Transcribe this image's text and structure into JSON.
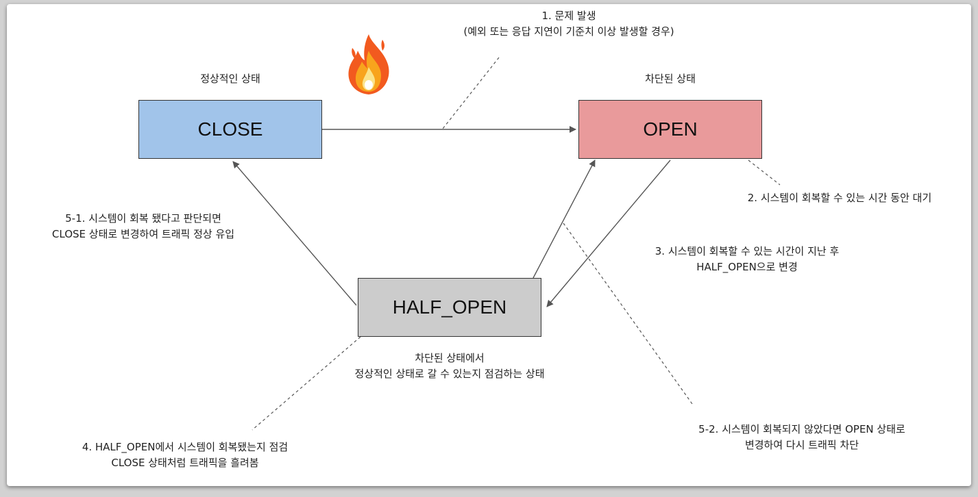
{
  "states": {
    "close": {
      "label": "CLOSE",
      "caption": "정상적인 상태",
      "color": "#a1c4ea"
    },
    "open": {
      "label": "OPEN",
      "caption": "차단된 상태",
      "color": "#e99a9b"
    },
    "half_open": {
      "label": "HALF_OPEN",
      "caption_lines": [
        "차단된 상태에서",
        "정상적인 상태로 갈 수 있는지 점검하는 상태"
      ],
      "color": "#cccccc"
    }
  },
  "steps": {
    "step1": [
      "1. 문제 발생",
      "(예외 또는 응답 지연이 기준치 이상 발생할 경우)"
    ],
    "step2": [
      "2. 시스템이 회복할 수 있는 시간 동안 대기"
    ],
    "step3": [
      "3. 시스템이 회복할 수 있는 시간이 지난 후",
      "HALF_OPEN으로 변경"
    ],
    "step4": [
      "4. HALF_OPEN에서 시스템이 회복됐는지 점검",
      "CLOSE 상태처럼 트래픽을 흘려봄"
    ],
    "step5_1": [
      "5-1. 시스템이 회복 됐다고 판단되면",
      "CLOSE 상태로 변경하여 트래픽 정상 유입"
    ],
    "step5_2": [
      "5-2. 시스템이 회복되지 않았다면 OPEN 상태로",
      "변경하여 다시 트래픽 차단"
    ]
  },
  "icons": {
    "fire": "fire-icon"
  },
  "colors": {
    "line": "#555555",
    "border": "#333333"
  }
}
